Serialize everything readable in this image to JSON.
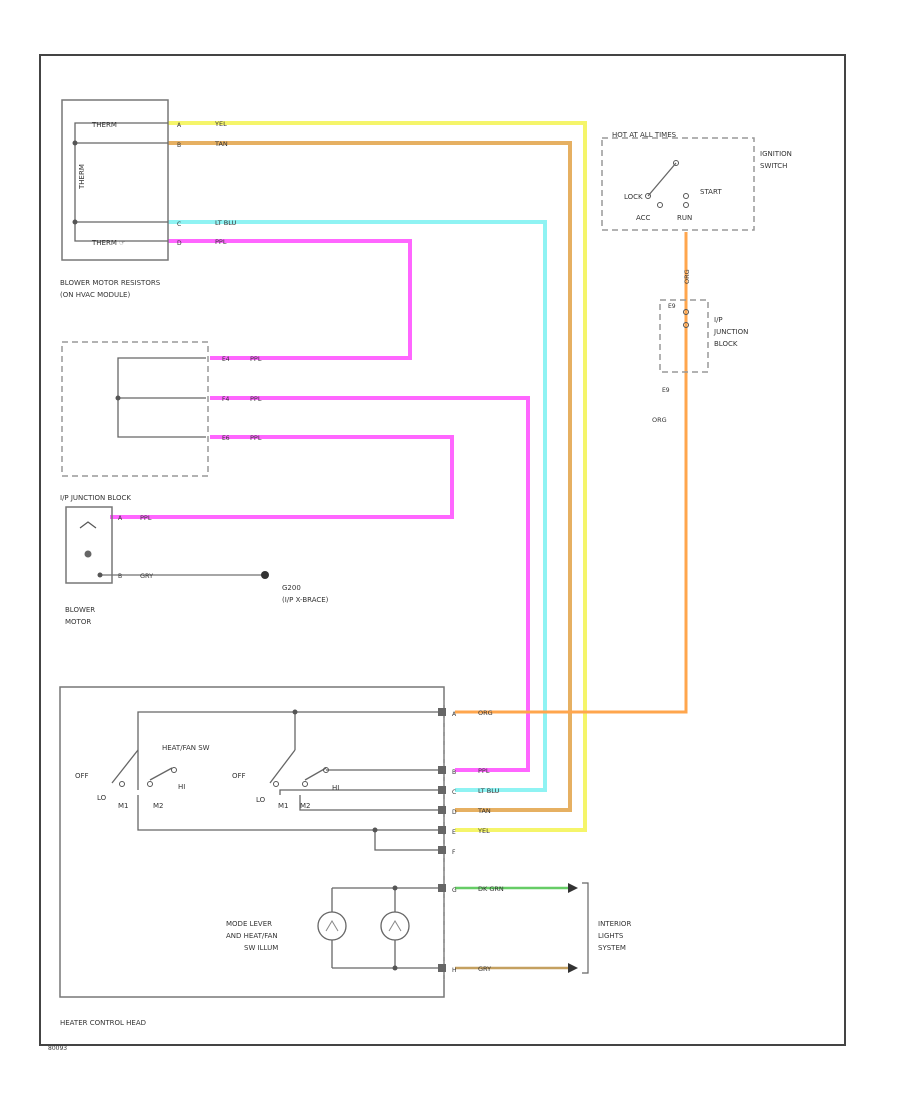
{
  "colors": {
    "yel": "#f5f56a",
    "tan": "#e6b062",
    "lt_blu": "#8ff3f3",
    "ppl": "#ff66ff",
    "org": "#ffa64d",
    "dk_grn": "#66cc66",
    "gry": "#b0b0b0",
    "frame": "#444444"
  },
  "blower_resistors": {
    "title_line1": "BLOWER MOTOR RESISTORS",
    "title_line2": "(ON HVAC MODULE)",
    "pin_a": "A",
    "pin_b": "B",
    "pin_c": "C",
    "pin_d": "D",
    "wire_a": "YEL",
    "wire_b": "TAN",
    "wire_c": "LT BLU",
    "wire_d": "PPL",
    "res_top": "THERM",
    "res_side": "THERM",
    "res_bottom": "THERM ☞"
  },
  "ignition_switch": {
    "title_line1": "IGNITION",
    "title_line2": "SWITCH",
    "hot_label": "HOT AT ALL TIMES",
    "lock": "LOCK",
    "start": "START",
    "acc": "ACC",
    "run": "RUN",
    "wire": "ORG"
  },
  "ip_junction_block_top": {
    "title_line1": "I/P",
    "title_line2": "JUNCTION",
    "title_line3": "BLOCK",
    "pin": "E9",
    "fuse": "E9",
    "wire": "ORG"
  },
  "ip_junction_block": {
    "title": "I/P JUNCTION BLOCK",
    "pin1": "E4",
    "pin2": "F4",
    "pin3": "E6",
    "wire1": "PPL",
    "wire2": "PPL",
    "wire3": "PPL"
  },
  "blower_motor": {
    "title_line1": "BLOWER",
    "title_line2": "MOTOR",
    "pin_a": "A",
    "pin_b": "B",
    "wire_a": "PPL",
    "wire_b": "GRY",
    "ground_line1": "G200",
    "ground_line2": "(I/P X-BRACE)"
  },
  "heater_control": {
    "title": "HEATER CONTROL HEAD",
    "switch_label": "HEAT/FAN SW",
    "off1": "OFF",
    "lo1": "LO",
    "m1_1": "M1",
    "m2_1": "M2",
    "hi1": "HI",
    "off2": "OFF",
    "lo2": "LO",
    "m1_2": "M1",
    "m2_2": "M2",
    "hi2": "HI",
    "pins": [
      "A",
      "B",
      "C",
      "D",
      "E",
      "F",
      "G",
      "H"
    ],
    "wires": [
      "ORG",
      "PPL",
      "LT BLU",
      "TAN",
      "YEL",
      "DK GRN",
      "GRY"
    ],
    "lamp_label_line1": "MODE LEVER",
    "lamp_label_line2": "AND HEAT/FAN",
    "lamp_label_line3": "SW ILLUM"
  },
  "interior_lights": {
    "line1": "INTERIOR",
    "line2": "LIGHTS",
    "line3": "SYSTEM"
  },
  "footer_code": "80093"
}
